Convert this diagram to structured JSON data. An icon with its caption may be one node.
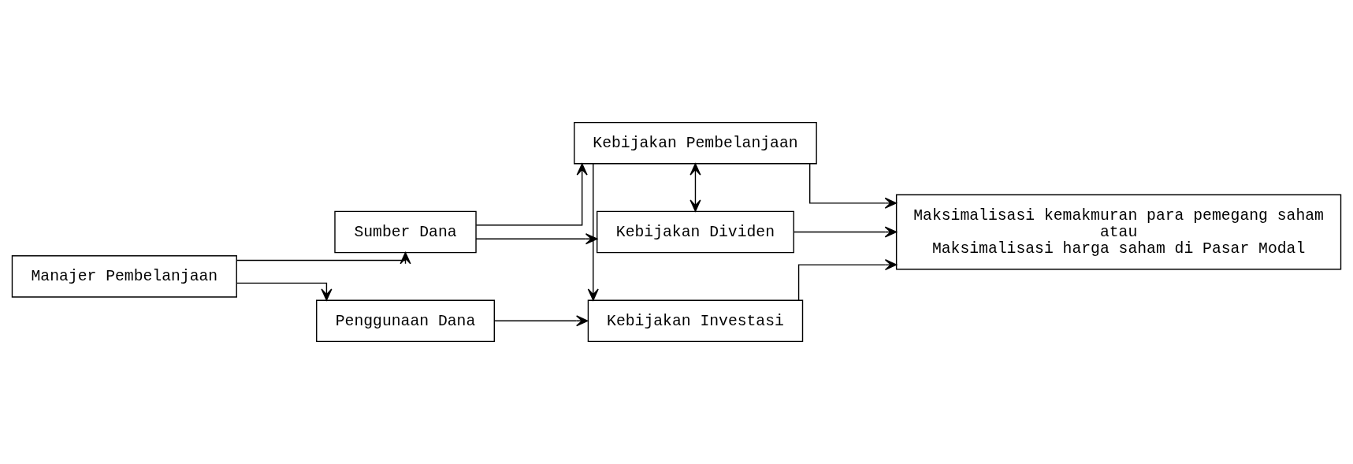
{
  "diagram": {
    "nodes": [
      {
        "text": [
          "Manajer Pembelanjaan"
        ]
      },
      {
        "text": [
          "Penggunaan Dana"
        ]
      },
      {
        "text": [
          "Sumber Dana"
        ]
      },
      {
        "text": [
          "Kebijakan Investasi"
        ]
      },
      {
        "text": [
          "Kebijakan Pembelanjaan"
        ]
      },
      {
        "text": [
          "Kebijakan Dividen"
        ]
      },
      {
        "text": [
          "Maksimalisasi kemakmuran para pemegang saham",
          "atau",
          "Maksimalisasi harga saham di Pasar Modal"
        ]
      }
    ],
    "edges": [
      {
        "from": 0,
        "to": 1,
        "arrow": "to"
      },
      {
        "from": 0,
        "to": 2,
        "arrow": "to"
      },
      {
        "from": 1,
        "to": 3,
        "arrow": "to"
      },
      {
        "from": 4,
        "to": 3,
        "arrow": "to"
      },
      {
        "from": 2,
        "to": 4,
        "arrow": "to"
      },
      {
        "from": 4,
        "to": 5,
        "arrow": "both"
      },
      {
        "from": 2,
        "to": 5,
        "arrow": "to"
      },
      {
        "from": 3,
        "to": 6,
        "arrow": "to"
      },
      {
        "from": 4,
        "to": 6,
        "arrow": "to"
      },
      {
        "from": 5,
        "to": 6,
        "arrow": "to"
      }
    ]
  }
}
